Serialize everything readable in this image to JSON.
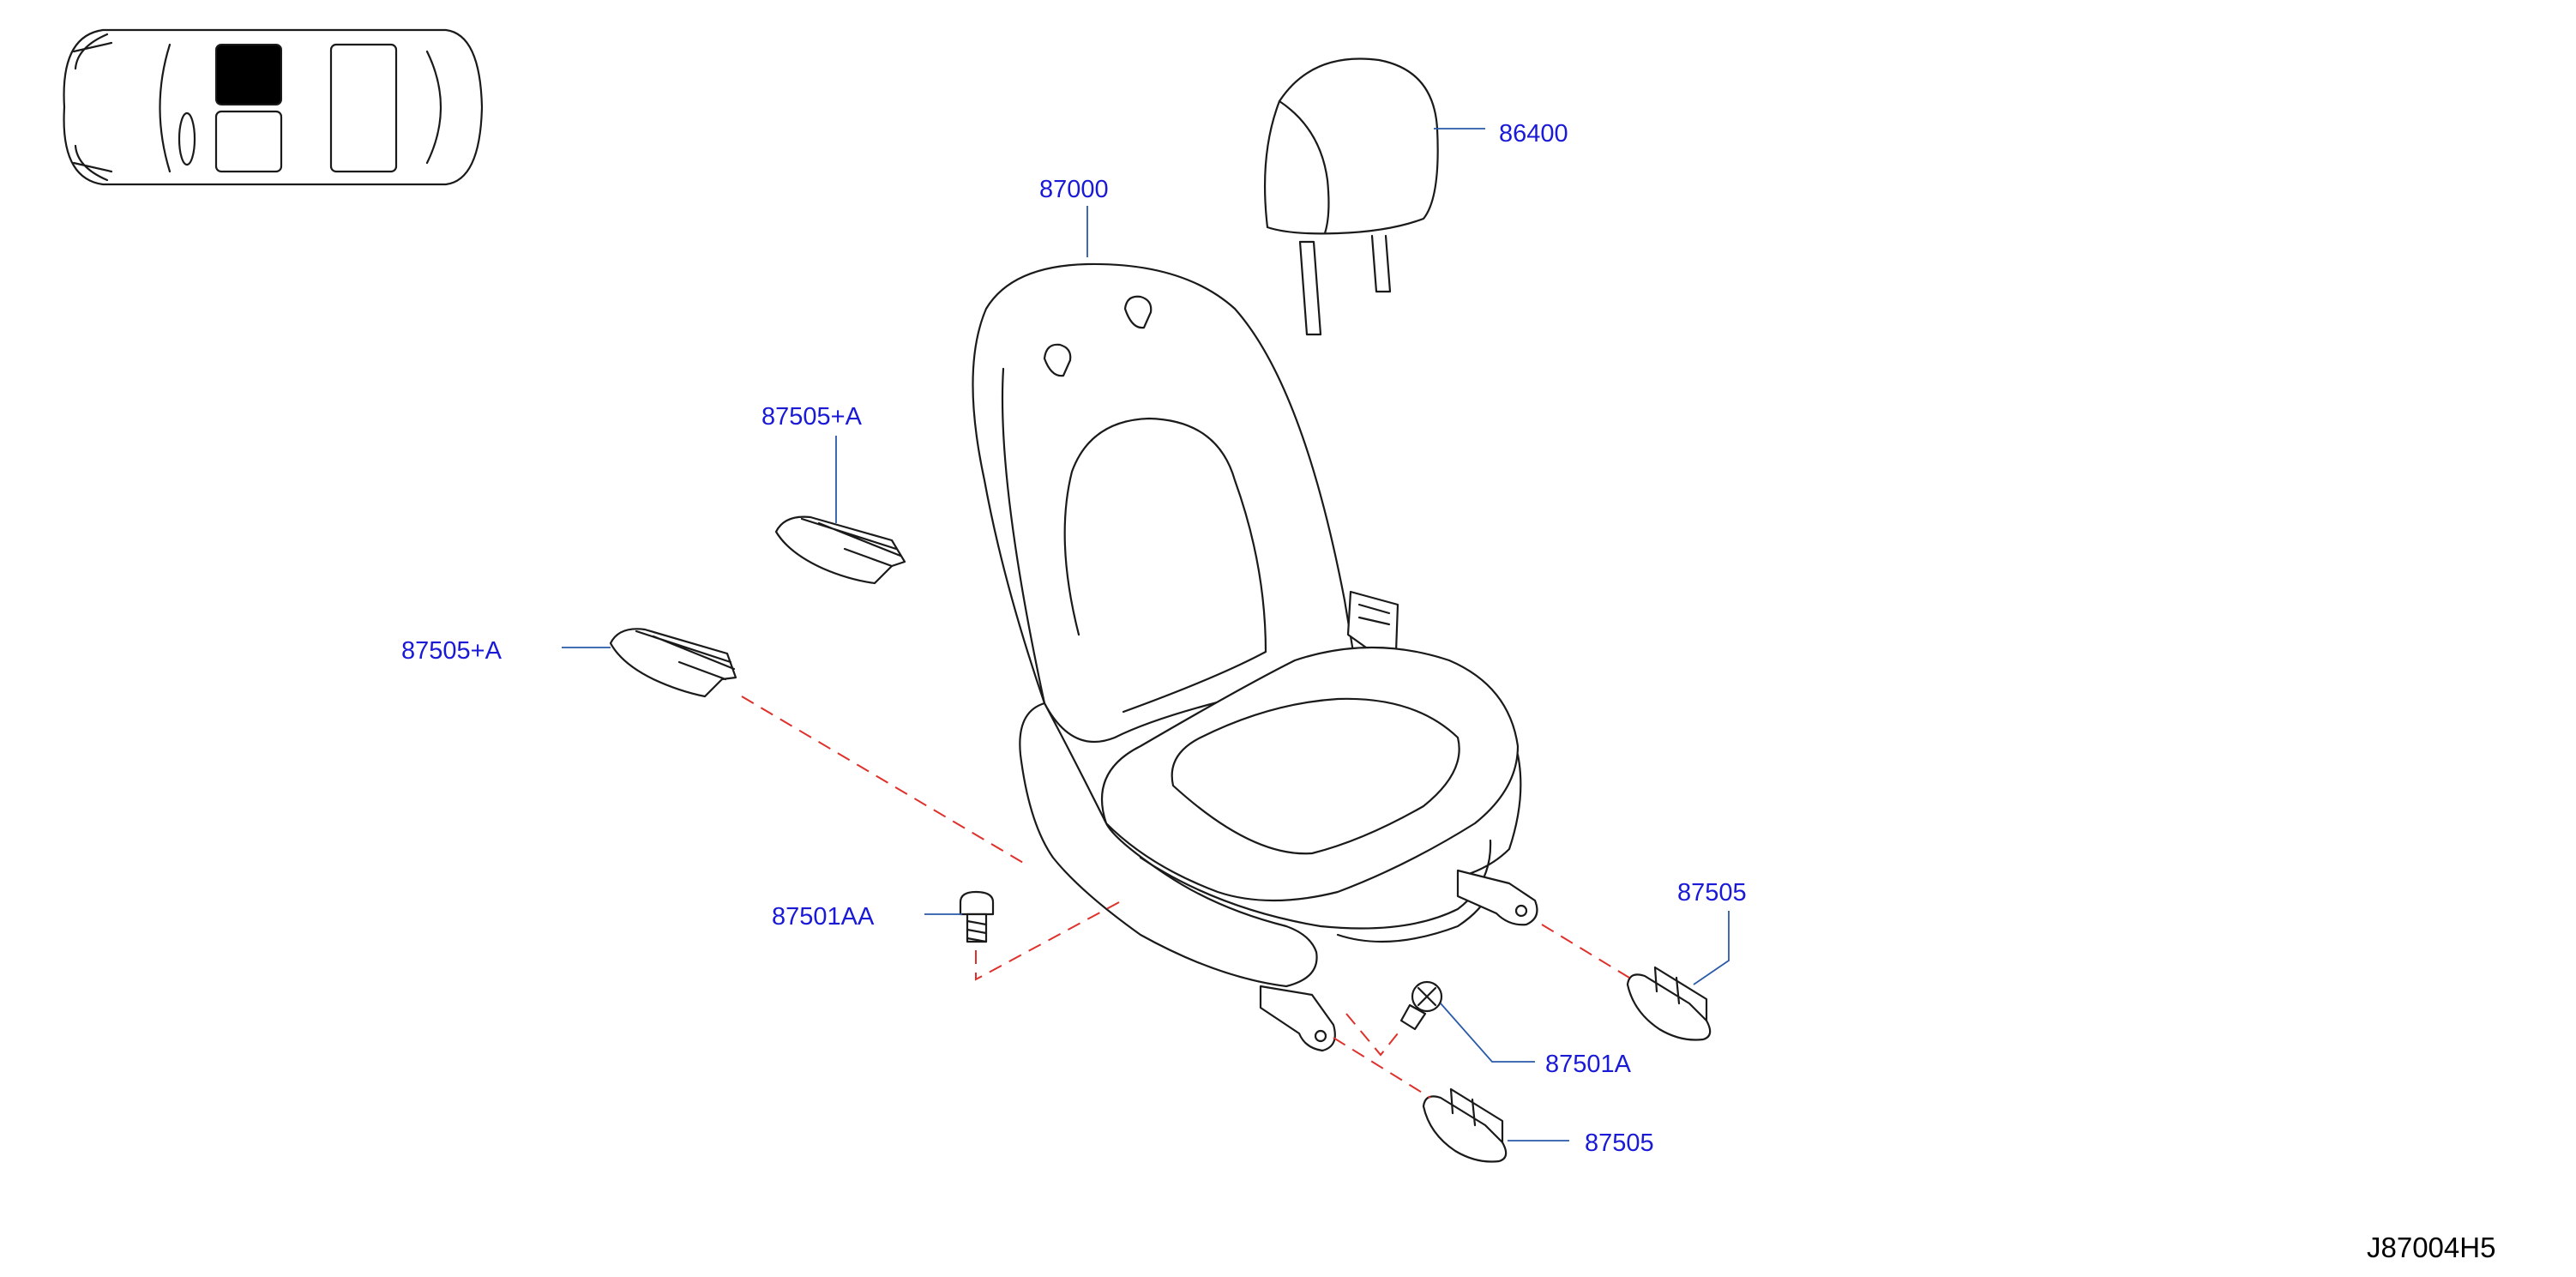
{
  "labels": {
    "headrest": "86400",
    "seat_assembly": "87000",
    "trim_upper": "87505+A",
    "trim_lower": "87505+A",
    "bolt_aa": "87501AA",
    "bolt_a": "87501A",
    "cover_right": "87505",
    "cover_front": "87505"
  },
  "diagram_id": "J87004H5",
  "colors": {
    "callout_text": "#1a1ad6",
    "leader_line": "#2a5aa8",
    "dashed_guide": "#e0302a",
    "outline": "#1a1a1a",
    "highlight_seat": "#000000"
  },
  "icons": {
    "locator": "car-top-view-icon"
  }
}
